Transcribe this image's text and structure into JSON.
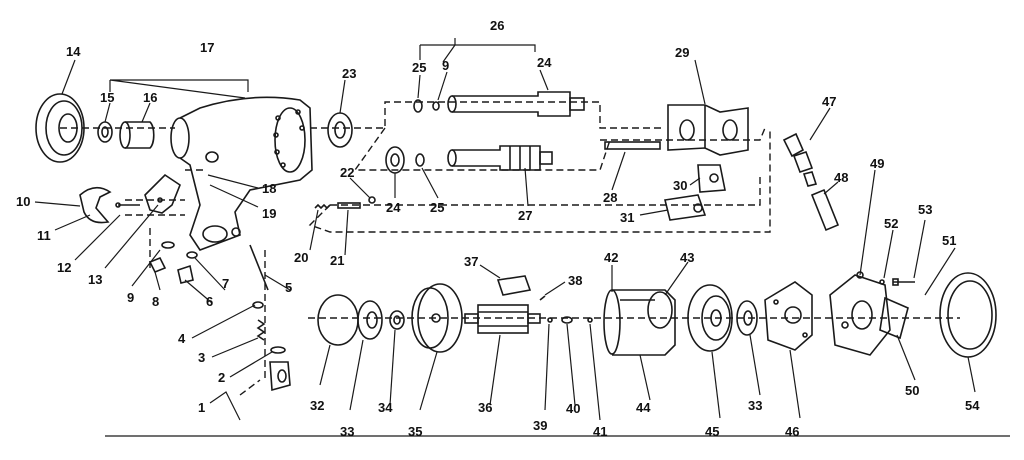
{
  "diagram": {
    "colors": {
      "ink": "#1a1a1a",
      "paper": "#ffffff"
    },
    "part_numbers": {
      "p1": "1",
      "p2": "2",
      "p3": "3",
      "p4": "4",
      "p5": "5",
      "p6": "6",
      "p7": "7",
      "p8": "8",
      "p9a": "9",
      "p9b": "9",
      "p10": "10",
      "p11": "11",
      "p12": "12",
      "p13": "13",
      "p14": "14",
      "p15": "15",
      "p16": "16",
      "p17": "17",
      "p18": "18",
      "p19": "19",
      "p20": "20",
      "p21": "21",
      "p22": "22",
      "p23": "23",
      "p24a": "24",
      "p24b": "24",
      "p25a": "25",
      "p25b": "25",
      "p26": "26",
      "p27": "27",
      "p28": "28",
      "p29": "29",
      "p30": "30",
      "p31": "31",
      "p32": "32",
      "p33a": "33",
      "p33b": "33",
      "p34": "34",
      "p35": "35",
      "p36": "36",
      "p37": "37",
      "p38": "38",
      "p39": "39",
      "p40": "40",
      "p41": "41",
      "p42": "42",
      "p43": "43",
      "p44": "44",
      "p45": "45",
      "p46": "46",
      "p47": "47",
      "p48": "48",
      "p49": "49",
      "p50": "50",
      "p51": "51",
      "p52": "52",
      "p53": "53",
      "p54": "54"
    }
  }
}
